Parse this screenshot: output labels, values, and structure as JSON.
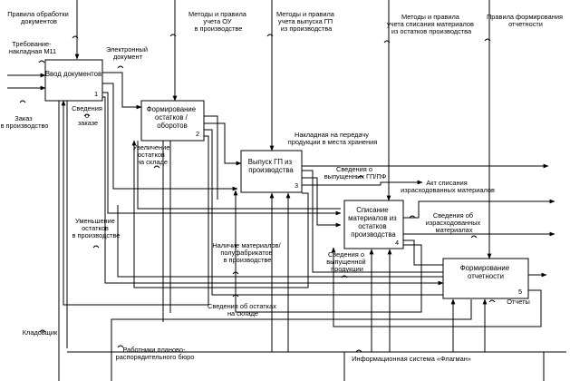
{
  "blocks": [
    {
      "label": [
        "Ввод документов"
      ],
      "number": "1"
    },
    {
      "label": [
        "Формирование",
        "остатков /",
        "оборотов"
      ],
      "number": "2"
    },
    {
      "label": [
        "Выпуск ГП из",
        "производства"
      ],
      "number": "3"
    },
    {
      "label": [
        "Списание",
        "материалов из",
        "остатков",
        "производства"
      ],
      "number": "4"
    },
    {
      "label": [
        "Формирование",
        "отчетности"
      ],
      "number": "5"
    }
  ],
  "controls": [
    [
      "Правила обработки",
      "документов"
    ],
    [
      "Методы и правила",
      "учета ОУ",
      "в производстве"
    ],
    [
      "Методы и правила",
      "учета выпуска ГП",
      "из производства"
    ],
    [
      "Методы и правила",
      "учета списания материалов",
      "из остатков производства"
    ],
    [
      "Правила формирования",
      "отчетности"
    ]
  ],
  "inputs": [
    [
      "Требование-",
      "накладная М11"
    ],
    [
      "Заказ",
      "в производство"
    ]
  ],
  "flows": [
    [
      "Электронный",
      "документ"
    ],
    [
      "Сведения",
      "о",
      "заказе"
    ],
    [
      "Увеличение",
      "остатков",
      "на складе"
    ],
    [
      "Накладная на передачу",
      "продукции в места хранения"
    ],
    [
      "Сведения о",
      "выпущенных ГП/ПФ"
    ],
    [
      "Акт списания",
      "израсходованных материалов"
    ],
    [
      "Сведения об",
      "израсходованных",
      "материалах"
    ],
    [
      "Уменьшение",
      "остатков",
      "в производстве"
    ],
    [
      "Наличие материалов/",
      "полуфабрикатов",
      "в производстве"
    ],
    [
      "Сведения о",
      "выпущенной",
      "продукции"
    ],
    [
      "Сведения об остатках",
      "на складе"
    ]
  ],
  "outputs": [
    [
      "Отчеты"
    ]
  ],
  "mechanisms": [
    [
      "Кладовщик"
    ],
    [
      "Работники планово-",
      "распорядительного бюро"
    ],
    [
      "Информационная система «Флагман»"
    ]
  ]
}
